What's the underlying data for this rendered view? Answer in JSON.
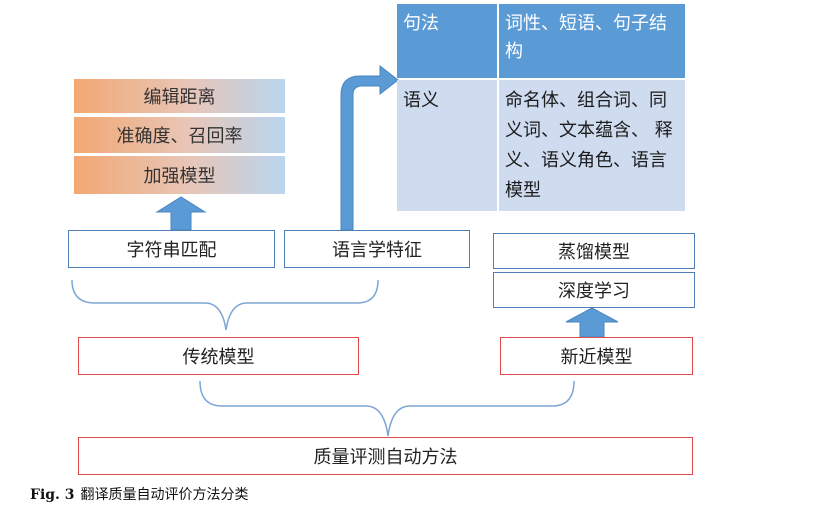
{
  "top_stack": [
    "编辑距离",
    "准确度、召回率",
    "加强模型"
  ],
  "features": {
    "char_match": "字符串匹配",
    "linguistic": "语言学特征",
    "distill": "蒸馏模型",
    "deep_learning": "深度学习"
  },
  "models": {
    "traditional": "传统模型",
    "recent": "新近模型"
  },
  "root": "质量评测自动方法",
  "table": {
    "syntax_label": "句法",
    "syntax_items": "词性、短语、句子结构",
    "semantic_label": "语义",
    "semantic_items": "命名体、组合词、同义词、文本蕴含、 释义、语义角色、语言模型"
  },
  "caption": {
    "fig_label": "Fig. 3",
    "text": "翻译质量自动评价方法分类"
  },
  "colors": {
    "arrow_blue": "#5b9bd5",
    "border_blue": "#4f7fb5",
    "border_red": "#e04a4a",
    "table_head": "#5b9bd5",
    "table_body": "#cfdcef"
  }
}
